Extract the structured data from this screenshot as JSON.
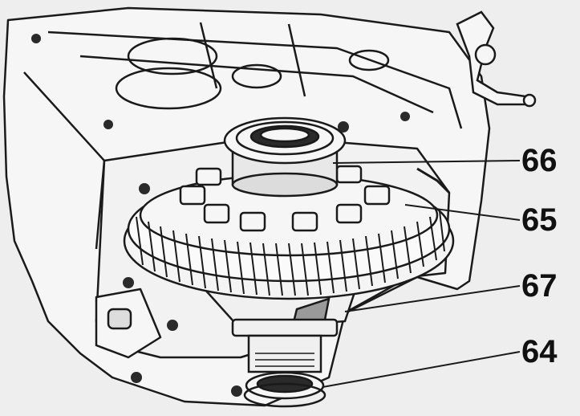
{
  "figure": {
    "callouts": [
      {
        "id": "66",
        "label": "66",
        "part": "bearing"
      },
      {
        "id": "65",
        "label": "65",
        "part": "final-drive-gear"
      },
      {
        "id": "67",
        "label": "67",
        "part": "differential-housing"
      },
      {
        "id": "64",
        "label": "64",
        "part": "lower-bearing"
      }
    ]
  },
  "colors": {
    "background": "#eeeeee",
    "line": "#1a1a1a",
    "fill": "#f6f6f6",
    "shade": "#9a9a9a"
  }
}
